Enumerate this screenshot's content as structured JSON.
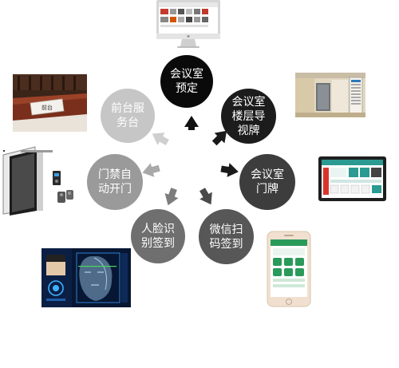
{
  "nodes": [
    {
      "id": "meeting-room-booking",
      "label": "会议室\n预定",
      "color": "#0a0a0a"
    },
    {
      "id": "meeting-room-floor-guide",
      "label": "会议室\n楼层导\n视牌",
      "color": "#1c1c1c"
    },
    {
      "id": "meeting-room-door-sign",
      "label": "会议室\n门牌",
      "color": "#3d3d3d"
    },
    {
      "id": "wechat-scan-checkin",
      "label": "微信扫\n码签到",
      "color": "#575757"
    },
    {
      "id": "face-recognition-checkin",
      "label": "人脸识\n别签到",
      "color": "#6f6f6f"
    },
    {
      "id": "access-control-auto-door",
      "label": "门禁自\n动开门",
      "color": "#9a9a9a"
    },
    {
      "id": "front-desk-service",
      "label": "前台服\n务台",
      "color": "#c6c6c6"
    }
  ],
  "images": {
    "desk_nameplate_text": "前台"
  },
  "colors": {
    "arrow": "#cfcfcf",
    "arrow_dark": "#1a1a1a"
  }
}
